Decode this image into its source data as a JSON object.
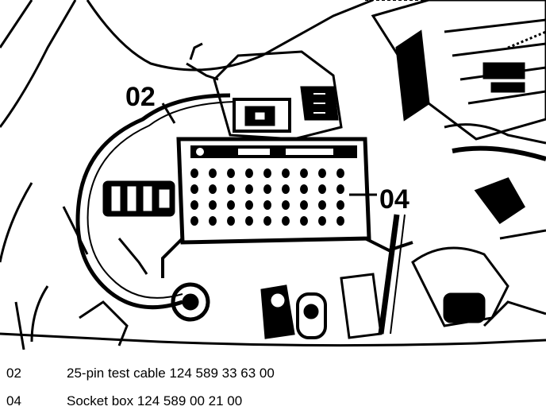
{
  "callouts": {
    "c02": "02",
    "c04": "04"
  },
  "legend": [
    {
      "number": "02",
      "description": "25-pin test cable 124 589 33 63 00"
    },
    {
      "number": "04",
      "description": "Socket box 124 589 00 21 00"
    }
  ],
  "colors": {
    "ink": "#000000",
    "paper": "#ffffff"
  }
}
